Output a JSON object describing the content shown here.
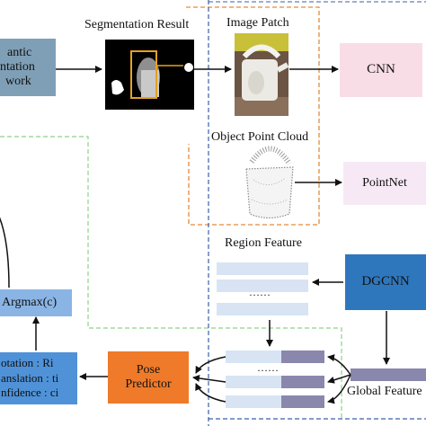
{
  "segmentation_network": {
    "lines": [
      "antic",
      "ntation",
      "work"
    ]
  },
  "segmentation_result": {
    "title": "Segmentation Result"
  },
  "image_patch": {
    "title": "Image Patch"
  },
  "object_point_cloud": {
    "title": "Object Point Cloud"
  },
  "cnn": {
    "label": "CNN"
  },
  "pointnet": {
    "label": "PointNet"
  },
  "region_feature": {
    "title": "Region Feature",
    "dots": "……"
  },
  "dgcnn": {
    "label": "DGCNN"
  },
  "argmax": {
    "label": "Argmax(c)"
  },
  "pose_predictor": {
    "line1": "Pose",
    "line2": "Predictor"
  },
  "concat_features": {
    "dots": "……"
  },
  "global_feature": {
    "label": "Global Feature"
  },
  "outputs": {
    "rotation": "otation : Ri",
    "translation": "anslation : ti",
    "confidence": "nfidence : ci"
  },
  "colors": {
    "seg_net_fill": "#7f9fb6",
    "cnn_fill": "#f9dde6",
    "pointnet_fill": "#f6e9f5",
    "dgcnn_fill": "#2f77bd",
    "argmax_fill": "#8ab4e4",
    "pose_fill": "#ef7a2a",
    "output_fill": "#4f92d8",
    "light_bar": "#d8e4f3",
    "purple_bar": "#8a87ad",
    "orange_dash": "#e58a3a",
    "green_dash": "#8fd18c",
    "blue_dash": "#3b5fa8"
  }
}
